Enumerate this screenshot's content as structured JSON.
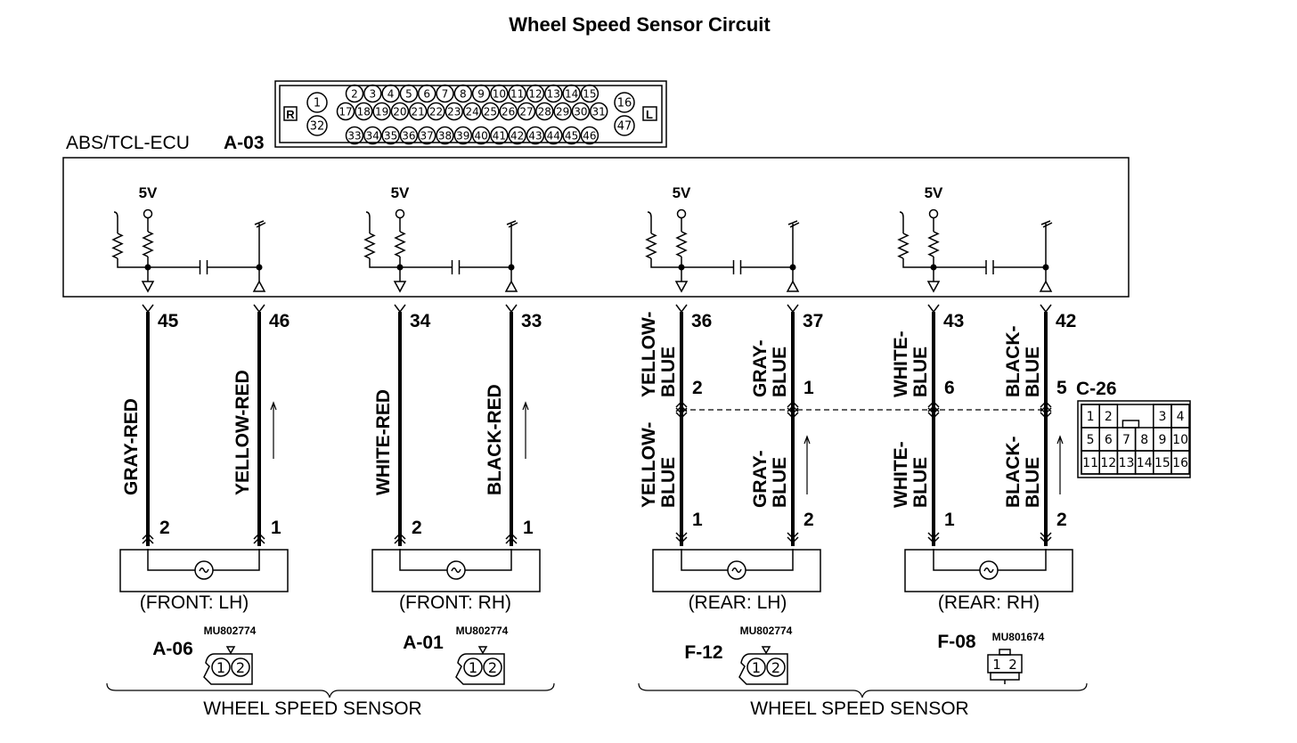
{
  "title": "Wheel Speed Sensor Circuit",
  "ecu": {
    "name": "ABS/TCL-ECU",
    "code": "A-03",
    "connector": {
      "side_left": "R",
      "side_right": "L",
      "left_pins": [
        "1",
        "32"
      ],
      "right_pins": [
        "16",
        "47"
      ],
      "row1": [
        "2",
        "3",
        "4",
        "5",
        "6",
        "7",
        "8",
        "9",
        "10",
        "11",
        "12",
        "13",
        "14",
        "15"
      ],
      "row2": [
        "17",
        "18",
        "19",
        "20",
        "21",
        "22",
        "23",
        "24",
        "25",
        "26",
        "27",
        "28",
        "29",
        "30",
        "31"
      ],
      "row3": [
        "33",
        "34",
        "35",
        "36",
        "37",
        "38",
        "39",
        "40",
        "41",
        "42",
        "43",
        "44",
        "45",
        "46"
      ]
    },
    "supply_label": "5V"
  },
  "circuits": [
    {
      "pins": [
        "45",
        "46"
      ],
      "wires": [
        "GRAY-RED",
        "YELLOW-RED"
      ],
      "sensor_pins": [
        "2",
        "1"
      ],
      "sensor": "(FRONT: LH)",
      "connector_code": "A-06",
      "part": "MU802774",
      "plug_pins": [
        "1",
        "2"
      ]
    },
    {
      "pins": [
        "34",
        "33"
      ],
      "wires": [
        "WHITE-RED",
        "BLACK-RED"
      ],
      "sensor_pins": [
        "2",
        "1"
      ],
      "sensor": "(FRONT: RH)",
      "connector_code": "A-01",
      "part": "MU802774",
      "plug_pins": [
        "1",
        "2"
      ]
    },
    {
      "pins": [
        "36",
        "37"
      ],
      "wires_upper": [
        [
          "YELLOW-",
          "BLUE"
        ],
        [
          "GRAY-",
          "BLUE"
        ]
      ],
      "mid_pins": [
        "2",
        "1"
      ],
      "wires_lower": [
        [
          "YELLOW-",
          "BLUE"
        ],
        [
          "GRAY-",
          "BLUE"
        ]
      ],
      "sensor_pins": [
        "1",
        "2"
      ],
      "sensor": "(REAR: LH)",
      "connector_code": "F-12",
      "part": "MU802774",
      "plug_pins": [
        "1",
        "2"
      ]
    },
    {
      "pins": [
        "43",
        "42"
      ],
      "wires_upper": [
        [
          "WHITE-",
          "BLUE"
        ],
        [
          "BLACK-",
          "BLUE"
        ]
      ],
      "mid_pins": [
        "6",
        "5"
      ],
      "wires_lower": [
        [
          "WHITE-",
          "BLUE"
        ],
        [
          "BLACK-",
          "BLUE"
        ]
      ],
      "sensor_pins": [
        "1",
        "2"
      ],
      "sensor": "(REAR: RH)",
      "connector_code": "F-08",
      "part": "MU801674",
      "plug_pins": [
        "1",
        "2"
      ]
    }
  ],
  "junction": {
    "code": "C-26",
    "row1": [
      "1",
      "2",
      "",
      "3",
      "4"
    ],
    "row2": [
      "5",
      "6",
      "7",
      "8",
      "9",
      "10"
    ],
    "row3": [
      "11",
      "12",
      "13",
      "14",
      "15",
      "16"
    ]
  },
  "group_labels": [
    "WHEEL SPEED SENSOR",
    "WHEEL SPEED SENSOR"
  ]
}
